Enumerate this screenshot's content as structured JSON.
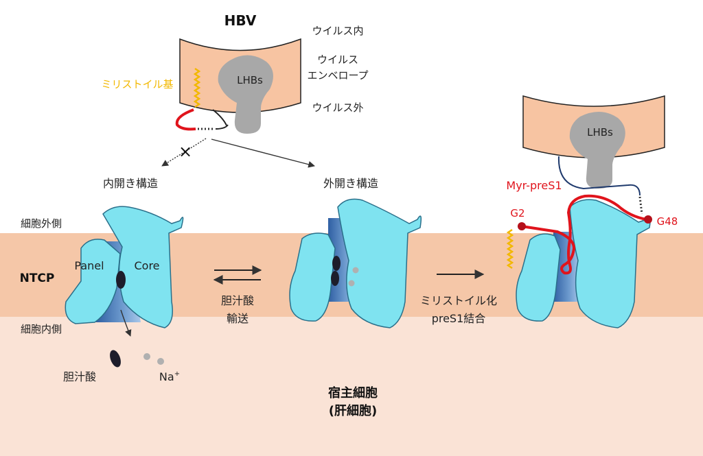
{
  "colors": {
    "membrane": "#f5c7a8",
    "cytoplasm": "#fae3d6",
    "envelope": "#f7c4a2",
    "protein": "#7fe3f0",
    "protein_stroke": "#2a6f8a",
    "channel": "#3c6fb0",
    "lhbs": "#a8a8a8",
    "preS1": "#e0141c",
    "myristoyl": "#f2b800",
    "text": "#222222"
  },
  "labels": {
    "hbv": "HBV",
    "virus_inside": "ウイルス内",
    "virus_envelope_1": "ウイルス",
    "virus_envelope_2": "エンベロープ",
    "virus_outside": "ウイルス外",
    "lhbs_left": "LHBs",
    "lhbs_right": "LHBs",
    "myristoyl_group": "ミリストイル基",
    "inward_open": "内開き構造",
    "outward_open": "外開き構造",
    "extracellular": "細胞外側",
    "intracellular": "細胞内側",
    "ntcp": "NTCP",
    "panel": "Panel",
    "core": "Core",
    "bile_acid_transport_1": "胆汁酸",
    "bile_acid_transport_2": "輸送",
    "myristoylated_binding_1": "ミリストイル化",
    "myristoylated_binding_2": "preS1結合",
    "bile_acid": "胆汁酸",
    "sodium_base": "Na",
    "sodium_sup": "+",
    "host_cell_1": "宿主細胞",
    "host_cell_2": "(肝細胞)",
    "myr_pres1": "Myr-preS1",
    "g2": "G2",
    "g48": "G48",
    "blocked_mark": "×"
  }
}
